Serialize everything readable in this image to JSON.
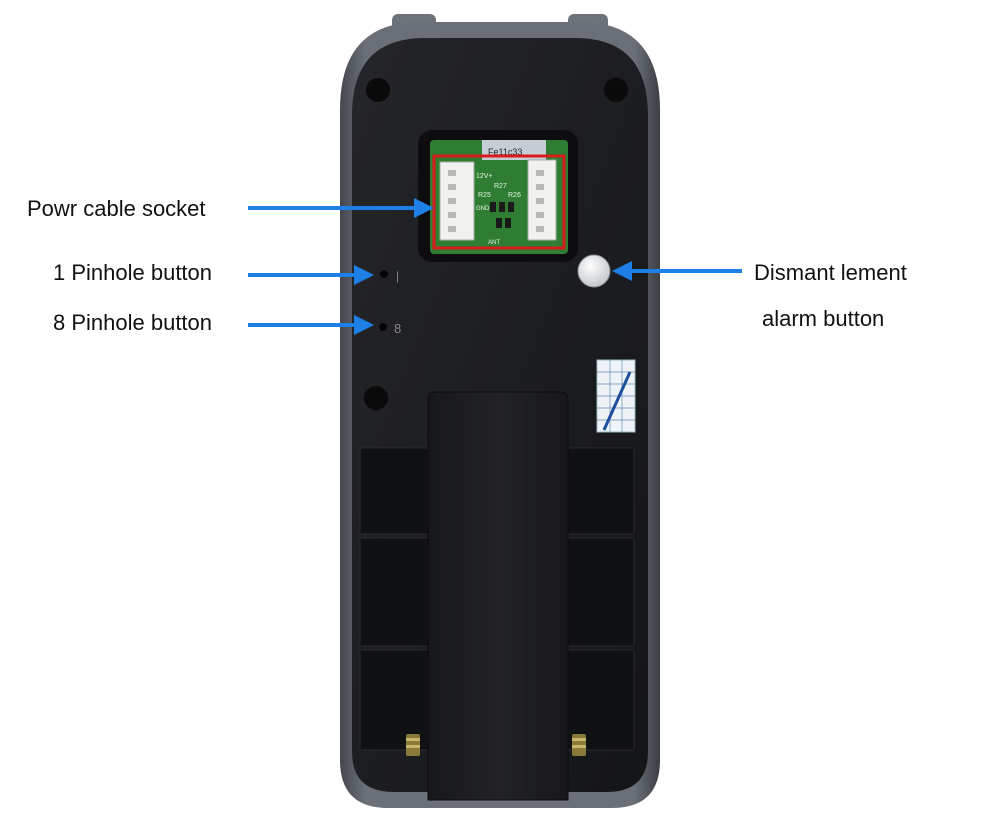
{
  "colors": {
    "arrow": "#1e7fe6",
    "housing_edge": "#5a5f66",
    "housing_face": "#1b1c1f",
    "pcb": "#2e7d32",
    "highlight_box": "#d81b1b"
  },
  "callouts": {
    "power_socket": "Powr cable socket",
    "pinhole_1": "1 Pinhole button",
    "pinhole_8": "8 Pinhole button",
    "dismantle_line1": "Dismant lement",
    "dismantle_line2": "alarm button"
  },
  "pcb_text": {
    "model": "Fe11c33",
    "pin_a": "12V+",
    "part_r27": "R27",
    "part_r25": "R25",
    "part_r26": "R26",
    "pin_gnd": "GND",
    "pin_ant": "ANT"
  }
}
